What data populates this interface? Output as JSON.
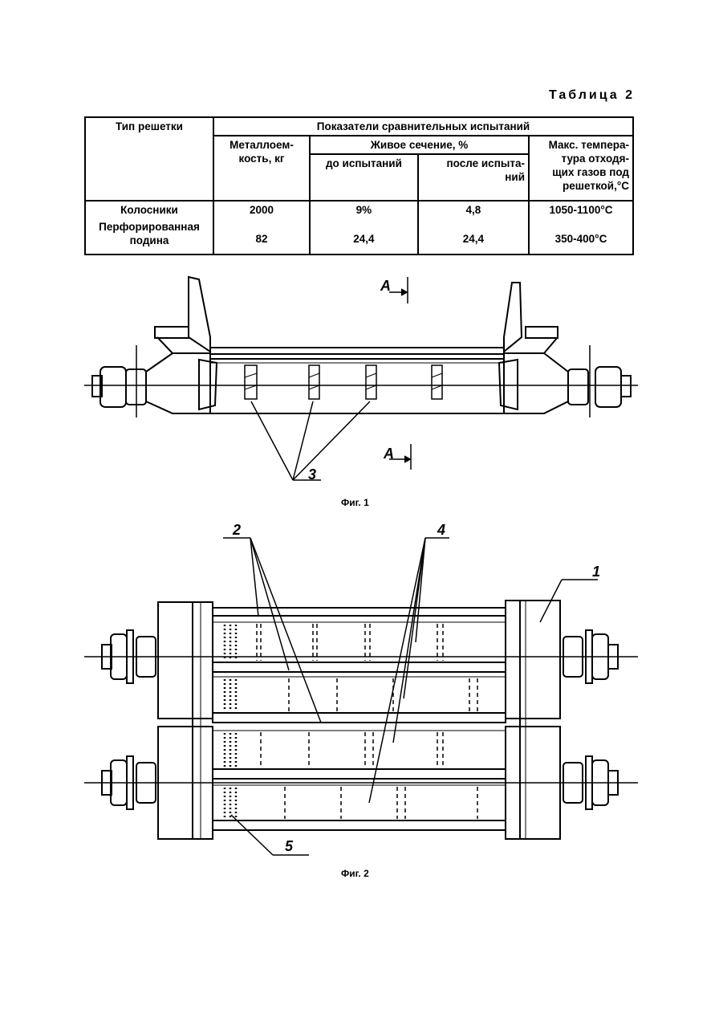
{
  "table": {
    "caption": "Таблица 2",
    "col_type": "Тип решетки",
    "col_group": "Показатели сравнительных испытаний",
    "col_metal": "Металлоем-\nкость, кг",
    "col_live": "Живое сечение, %",
    "col_before": "до испытаний",
    "col_after": "после испыта-\nний",
    "col_temp": "Макс. темпера-\nтура отходя-\nщих газов под\nрешеткой,°С",
    "rows": [
      {
        "type": "Колосники",
        "metal": "2000",
        "before": "9%",
        "after": "4,8",
        "temp": "1050-1100°С"
      },
      {
        "type": "Перфорированная\nподина",
        "metal": "82",
        "before": "24,4",
        "after": "24,4",
        "temp": "350-400°С"
      }
    ]
  },
  "fig1": {
    "caption": "Фиг. 1",
    "section_label": "А",
    "callout_3": "3"
  },
  "fig2": {
    "caption": "Фиг. 2",
    "callout_1": "1",
    "callout_2": "2",
    "callout_4": "4",
    "callout_5": "5"
  }
}
